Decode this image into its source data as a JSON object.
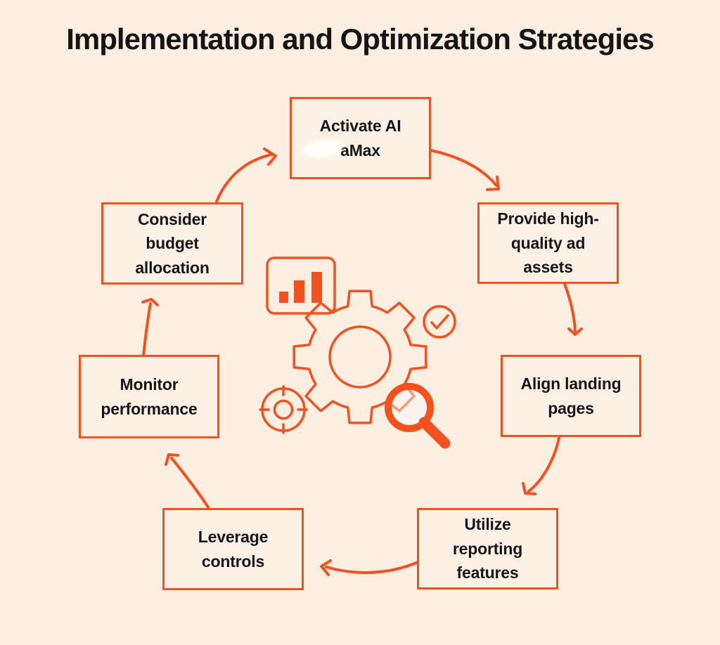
{
  "title": "Implementation and Optimization Strategies",
  "colors": {
    "background": "#FCEFE2",
    "accent": "#F4511E",
    "box_fill": "#FDF1E5",
    "gear_fill": "#FADCC4",
    "text": "#161616"
  },
  "diagram": {
    "type": "circular-flow",
    "flow": "clockwise-cycle",
    "steps": [
      {
        "id": "activate-ai-amax",
        "label": "Activate AI\naMax"
      },
      {
        "id": "provide-ad-assets",
        "label": "Provide high-\nquality ad\nassets"
      },
      {
        "id": "align-landing-pages",
        "label": "Align landing\npages"
      },
      {
        "id": "utilize-reporting",
        "label": "Utilize\nreporting\nfeatures"
      },
      {
        "id": "leverage-controls",
        "label": "Leverage\ncontrols"
      },
      {
        "id": "monitor-performance",
        "label": "Monitor\nperformance"
      },
      {
        "id": "consider-budget",
        "label": "Consider\nbudget\nallocation"
      }
    ],
    "center_icons": [
      "bar-chart-icon",
      "gear-icon",
      "check-circle-icon",
      "target-icon",
      "magnifier-icon"
    ]
  }
}
